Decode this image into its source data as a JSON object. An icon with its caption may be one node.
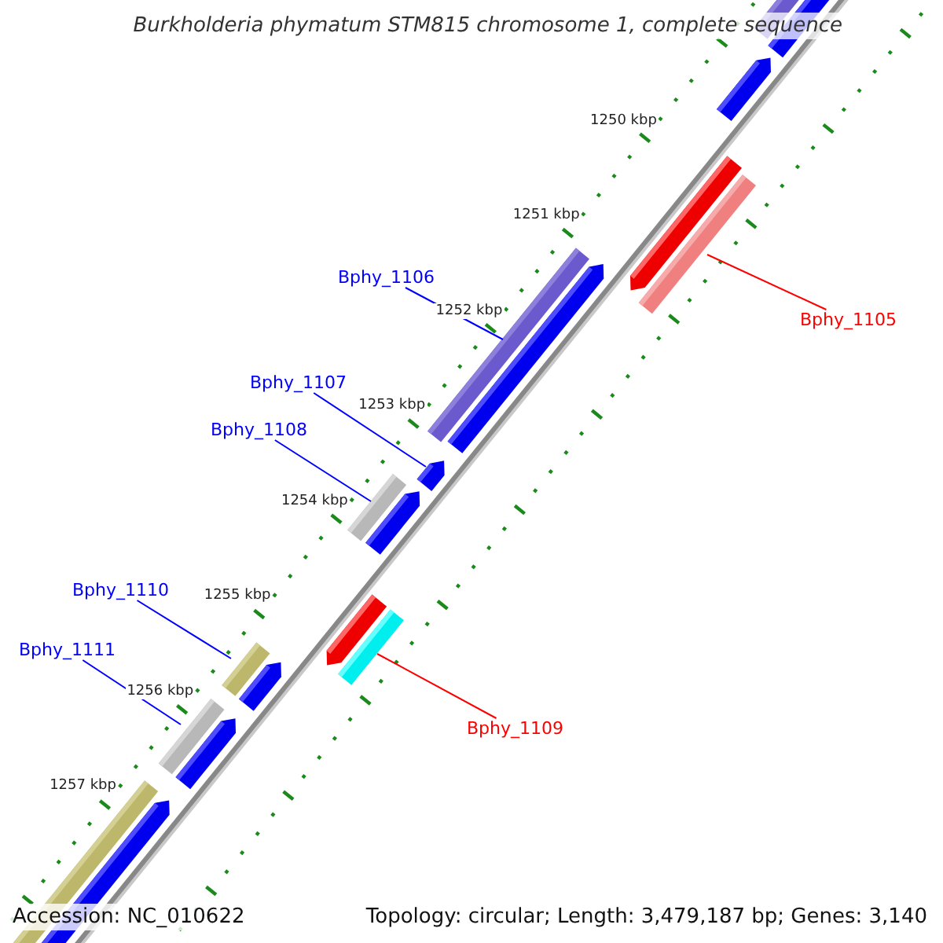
{
  "diagram": {
    "title": "Burkholderia phymatum STM815 chromosome 1, complete sequence",
    "nodes": [
      {
        "text": [
          "Bphy_1105"
        ]
      },
      {
        "text": [],
        "shape": "box"
      },
      {
        "text": [
          "Bphy_1106"
        ]
      },
      {
        "text": [],
        "shape": "box"
      },
      {
        "text": [
          "Bphy_1107"
        ]
      },
      {
        "text": [],
        "shape": "arrow"
      },
      {
        "text": [
          "Bphy_1108"
        ]
      },
      {
        "text": [],
        "shape": "box"
      },
      {
        "text": [
          "Bphy_1109"
        ]
      },
      {
        "text": [],
        "shape": "box"
      },
      {
        "text": [
          "Bphy_1110"
        ]
      },
      {
        "text": [],
        "shape": "box"
      },
      {
        "text": [
          "Bphy_1111"
        ]
      },
      {
        "text": [],
        "shape": "box"
      }
    ],
    "edges": [
      {
        "from": 0,
        "to": 1,
        "arrow": "none",
        "color": "#ff0000"
      },
      {
        "from": 2,
        "to": 3,
        "arrow": "none"
      },
      {
        "from": 4,
        "to": 5,
        "arrow": "none"
      },
      {
        "from": 6,
        "to": 7,
        "arrow": "none"
      },
      {
        "from": 8,
        "to": 9,
        "arrow": "none",
        "color": "#ff0000"
      },
      {
        "from": 10,
        "to": 11,
        "arrow": "none"
      },
      {
        "from": 12,
        "to": 13,
        "arrow": "none"
      }
    ],
    "labels": [
      "1250 kbp",
      "1251 kbp",
      "1252 kbp",
      "1253 kbp",
      "1254 kbp",
      "1255 kbp",
      "1256 kbp",
      "1257 kbp",
      "Accession: NC_010622",
      "Topology: circular; Length: 3,479,187 bp; Genes: 3,140"
    ]
  }
}
